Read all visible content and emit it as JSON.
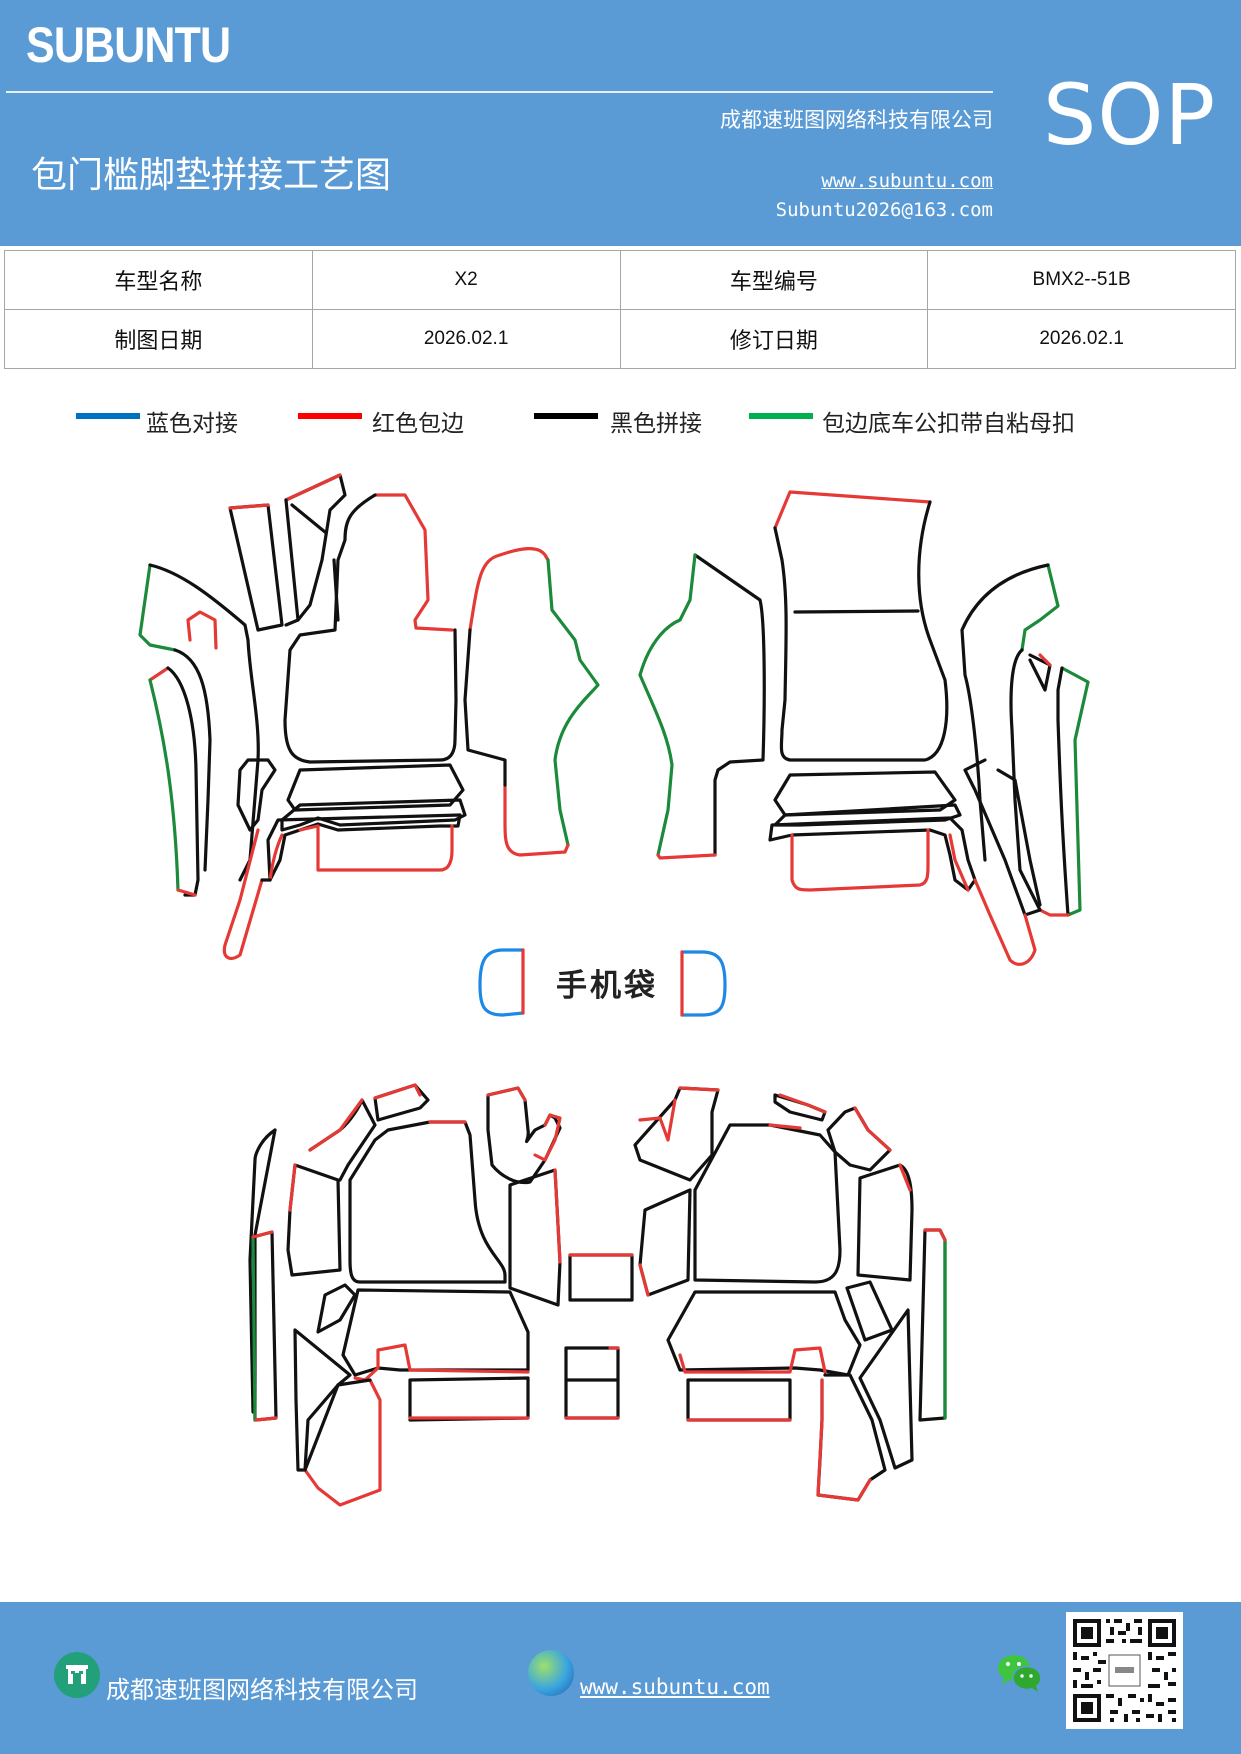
{
  "header": {
    "brand": "SUBUNTU",
    "company": "成都速班图网络科技有限公司",
    "title": "包门槛脚垫拼接工艺图",
    "website": "www.subuntu.com",
    "email": "Subuntu2026@163.com",
    "badge": "SOP",
    "bg_color": "#5b9bd5"
  },
  "info_table": {
    "rows": [
      {
        "label1": "车型名称",
        "value1": "X2",
        "label2": "车型编号",
        "value2": "BMX2--51B"
      },
      {
        "label1": "制图日期",
        "value1": "2026.02.1",
        "label2": "修订日期",
        "value2": "2026.02.1"
      }
    ]
  },
  "legend": [
    {
      "label": "蓝色对接",
      "color": "#0070c0"
    },
    {
      "label": "红色包边",
      "color": "#ff0000"
    },
    {
      "label": "黑色拼接",
      "color": "#000000"
    },
    {
      "label": "包边底车公扣带自粘母扣",
      "color": "#00b050"
    }
  ],
  "drawing": {
    "phone_pocket_label": "手机袋",
    "stroke_colors": {
      "blue": "#1e88e5",
      "red": "#e53935",
      "black": "#111111",
      "green": "#1b8a3a"
    }
  },
  "footer": {
    "company": "成都速班图网络科技有限公司",
    "website": "www.subuntu.com",
    "icons": [
      "company-icon",
      "globe-icon",
      "wechat-icon",
      "qr-code"
    ]
  }
}
